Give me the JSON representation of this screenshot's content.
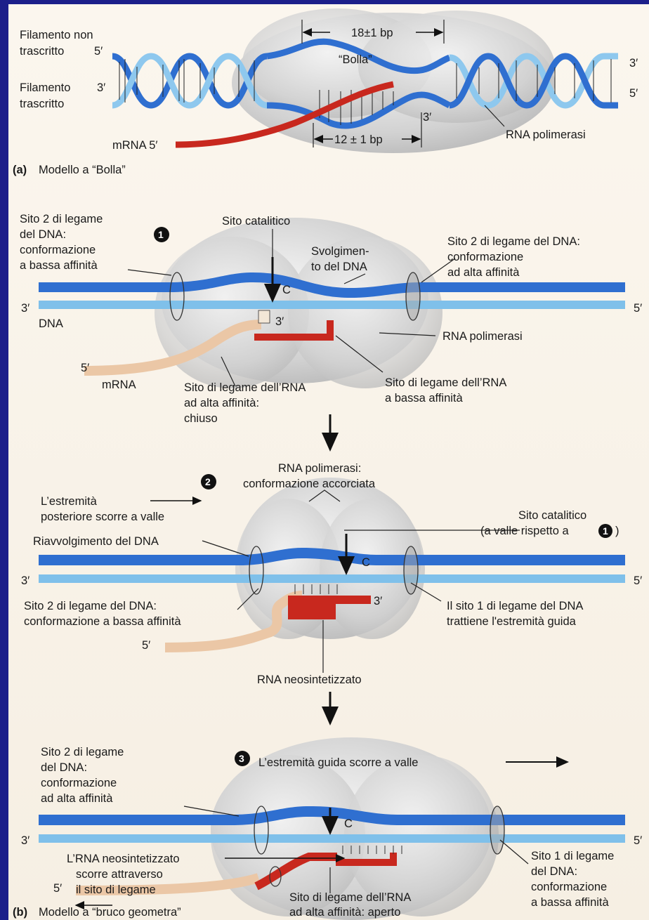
{
  "colors": {
    "left_bar": "#1c1f8a",
    "top_bar": "#1c1f8a",
    "dna_template": "#2f6fd0",
    "dna_nontemplate": "#7fc0ea",
    "rna": "#c8281e",
    "mrna_tail": "#ebc7a6",
    "polymerase": "#cfcfcf"
  },
  "panel_a": {
    "nontemplate_label_1": "Filamento non",
    "nontemplate_label_2": "trascritto",
    "template_label_1": "Filamento",
    "template_label_2": "trascritto",
    "five_prime": "5′",
    "three_prime": "3′",
    "bubble_size": "18±1 bp",
    "bubble_label": "“Bolla”",
    "hybrid_size": "12 ± 1 bp",
    "mrna_label": "mRNA 5′",
    "rna_3prime": "3′",
    "polymerase_label": "RNA polimerasi",
    "right_3prime": "3′",
    "right_5prime": "5′",
    "caption_letter": "(a)",
    "caption_text": "Modello a “Bolla”"
  },
  "step1": {
    "number": "1",
    "site2_label_1": "Sito 2 di legame",
    "site2_label_2": "del DNA:",
    "site2_label_3": "conformazione",
    "site2_label_4": "a bassa affinità",
    "catalytic_site": "Sito catalitico",
    "unwinding_1": "Svolgimen-",
    "unwinding_2": "to del DNA",
    "site2_right_1": "Sito 2 di legame del DNA:",
    "site2_right_2": "conformazione",
    "site2_right_3": "ad alta affinità",
    "c_label": "C",
    "three_prime_left": "3′",
    "five_prime_right": "5′",
    "dna_label": "DNA",
    "rna_3prime": "3′",
    "polymerase_label": "RNA polimerasi",
    "five_prime_mrna": "5′",
    "mrna_label": "mRNA",
    "rna_high_1": "Sito di legame dell’RNA",
    "rna_high_2": "ad alta affinità:",
    "rna_high_3": "chiuso",
    "rna_low_1": "Sito di legame dell’RNA",
    "rna_low_2": "a bassa affinità"
  },
  "step2": {
    "number": "2",
    "polymerase_1": "RNA polimerasi:",
    "polymerase_2": "conformazione accorciata",
    "rear_end_1": "L’estremità",
    "rear_end_2": "posteriore scorre a valle",
    "catalytic_1": "Sito catalitico",
    "catalytic_2a": "(a valle rispetto a",
    "catalytic_2b": ")",
    "ref_number": "1",
    "rewinding": "Riavvolgimento del DNA",
    "three_prime_left": "3′",
    "five_prime_right": "5′",
    "c_label": "C",
    "site2_low_1": "Sito 2 di legame del DNA:",
    "site2_low_2": "conformazione a bassa affinità",
    "rna_3prime": "3′",
    "site1_1": "Il sito 1 di legame del DNA",
    "site1_2": "trattiene l'estremità guida",
    "five_prime": "5′",
    "new_rna": "RNA neosintetizzato"
  },
  "step3": {
    "number": "3",
    "site2_1": "Sito 2 di legame",
    "site2_2": "del DNA:",
    "site2_3": "conformazione",
    "site2_4": "ad alta affinità",
    "lead_end": "L’estremità guida scorre a valle",
    "c_label": "C",
    "three_prime_left": "3′",
    "five_prime_right": "5′",
    "new_rna_1": "L’RNA neosintetizzato",
    "new_rna_2": "scorre attraverso",
    "new_rna_3": "il sito di legame",
    "five_prime": "5′",
    "site1_1": "Sito 1 di legame",
    "site1_2": "del DNA:",
    "site1_3": "conformazione",
    "site1_4": "a bassa affinità",
    "rna_site_1": "Sito di legame dell’RNA",
    "rna_site_2": "ad alta affinità: aperto",
    "caption_letter": "(b)",
    "caption_text": "Modello a “bruco geometra”"
  }
}
